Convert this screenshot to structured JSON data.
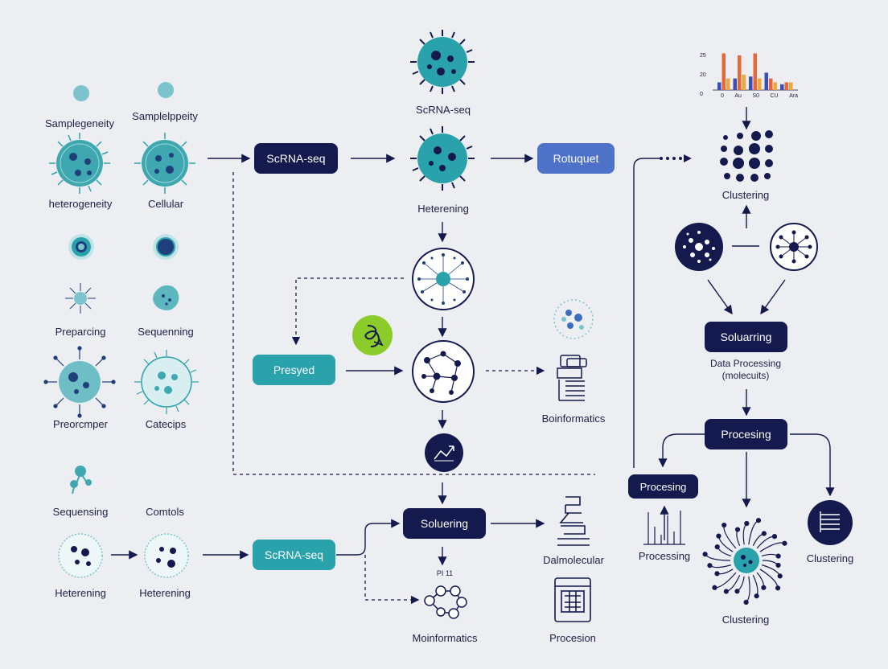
{
  "colors": {
    "navy": "#141a4d",
    "teal": "#2aa2ab",
    "blue": "#4f72c9",
    "green": "#8ccc2a",
    "background": "#eceef1"
  },
  "left_column": {
    "row1": [
      "Samplegeneity",
      "Samplelppeity"
    ],
    "row2": [
      "heterogeneity",
      "Cellular"
    ],
    "row3": [
      "Preparcing",
      "Sequenning"
    ],
    "row4": [
      "Preorcmper",
      "Catecips"
    ],
    "row5": [
      "Sequensing",
      "Comtols"
    ],
    "row6": [
      "Heterening",
      "Heterening"
    ]
  },
  "center": {
    "top_cell_label": "ScRNA-seq",
    "pill_scrna_top": "ScRNA-seq",
    "hetero_label": "Heterening",
    "pill_rotuquet": "Rotuquet",
    "pill_presyed": "Presyed",
    "bioinformatics_label": "Boinformatics",
    "pill_solutering": "Soluering",
    "pill_scrna_bottom": "ScRNA-seq",
    "small_tag": "PI 11",
    "dalmolecular_label": "Dalmolecular",
    "moinformatics_label": "Moinformatics",
    "procesion_label": "Procesion"
  },
  "right": {
    "clustering_top": "Clustering",
    "pill_solutring": "Soluarring",
    "data_processing": "Data Processing",
    "data_processing_sub": "(molecuits)",
    "pill_processing_mid": "Procesing",
    "pill_processing_left": "Procesing",
    "processing_bars_label": "Processing",
    "clustering_bottom": "Clustering",
    "clustering_right": "Clustering"
  },
  "chart_data": {
    "type": "bar",
    "y_tick_labels": [
      "25",
      "20",
      "0"
    ],
    "x_tick_labels": [
      "0",
      "Au",
      "S0",
      "CU",
      "Ara"
    ],
    "series": [
      {
        "color": "#3b4fb4",
        "values": [
          0.2,
          0.3,
          0.35,
          0.45,
          0.15
        ]
      },
      {
        "color": "#e8673a",
        "values": [
          0.95,
          0.9,
          0.95,
          0.3,
          0.2
        ]
      },
      {
        "color": "#f0a63a",
        "values": [
          0.3,
          0.4,
          0.3,
          0.2,
          0.2
        ]
      }
    ]
  }
}
